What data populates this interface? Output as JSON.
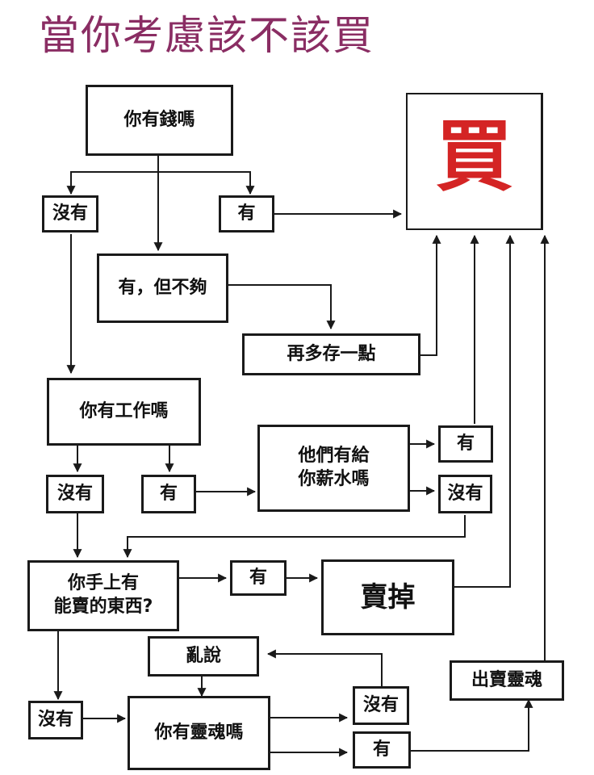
{
  "title": "當你考慮該不該買",
  "accent_color": "#8a2d63",
  "buy_color": "#d42424",
  "nodes": {
    "have_money": "你有錢嗎",
    "no_1": "沒有",
    "yes_1": "有",
    "buy": "買",
    "yes_not_enough": "有，但不夠",
    "save_more": "再多存一點",
    "have_job": "你有工作嗎",
    "no_2": "沒有",
    "yes_2": "有",
    "pay_you_line1": "他們有給",
    "pay_you_line2": "你薪水嗎",
    "yes_3": "有",
    "no_3": "沒有",
    "sellable_line1": "你手上有",
    "sellable_line2": "能賣的東西?",
    "yes_4": "有",
    "sell_it": "賣掉",
    "nonsense": "亂說",
    "sell_soul": "出賣靈魂",
    "no_4": "沒有",
    "have_soul": "你有靈魂嗎",
    "no_5": "沒有",
    "yes_5": "有"
  }
}
